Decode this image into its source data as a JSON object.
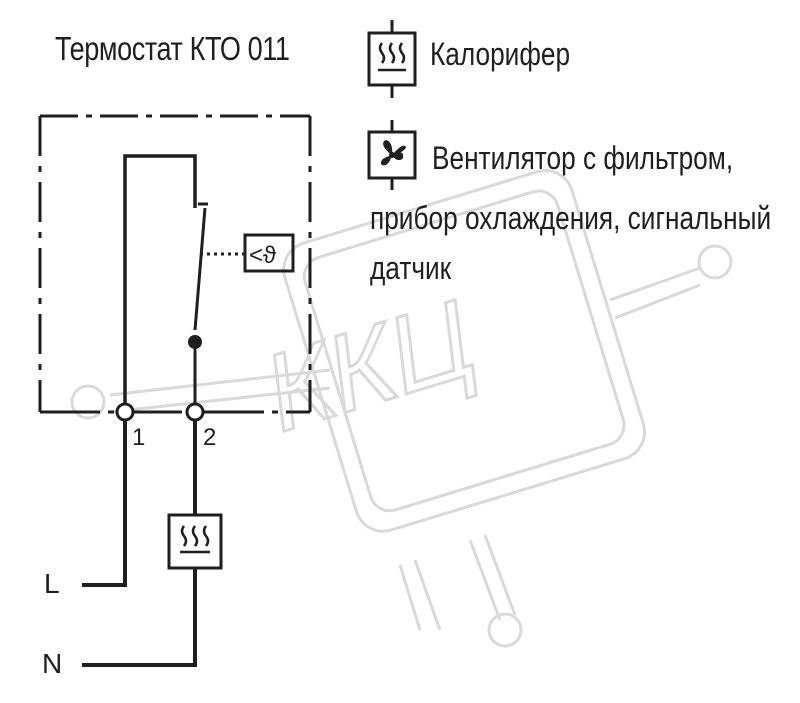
{
  "title": "Термостат КТО 011",
  "legend": {
    "heater_label": "Калорифер",
    "fan_label_line1": "Вентилятор с фильтром,",
    "fan_label_line2": "прибор охлаждения, сигнальный",
    "fan_label_line3": "датчик"
  },
  "terminals": {
    "t1": "1",
    "t2": "2"
  },
  "lines": {
    "l": "L",
    "n": "N"
  },
  "sensor_symbol": "<ϑ",
  "watermark": "ККЦ",
  "icons": {
    "heater": "heater-icon",
    "fan": "fan-icon"
  },
  "colors": {
    "ink": "#1f1f1f",
    "watermark": "#d8d8d8"
  }
}
